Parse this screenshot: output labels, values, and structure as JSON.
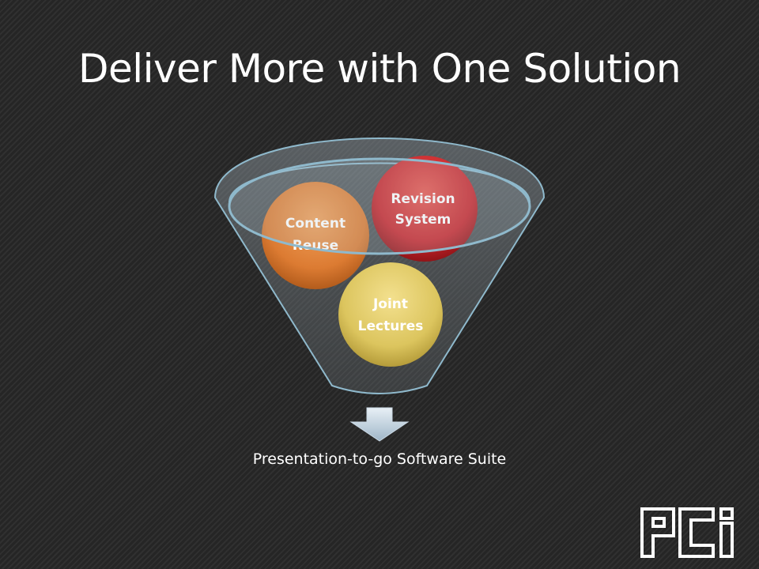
{
  "title": "Deliver More with One Solution",
  "funnel": {
    "items": [
      {
        "line1": "Content",
        "line2": "Reuse",
        "color": "#d9782f"
      },
      {
        "line1": "Revision",
        "line2": "System",
        "color": "#c0272d"
      },
      {
        "line1": "Joint",
        "line2": "Lectures",
        "color": "#d8c25c"
      }
    ],
    "output": "Presentation-to-go Software Suite"
  },
  "logo": {
    "text": "PCi"
  }
}
